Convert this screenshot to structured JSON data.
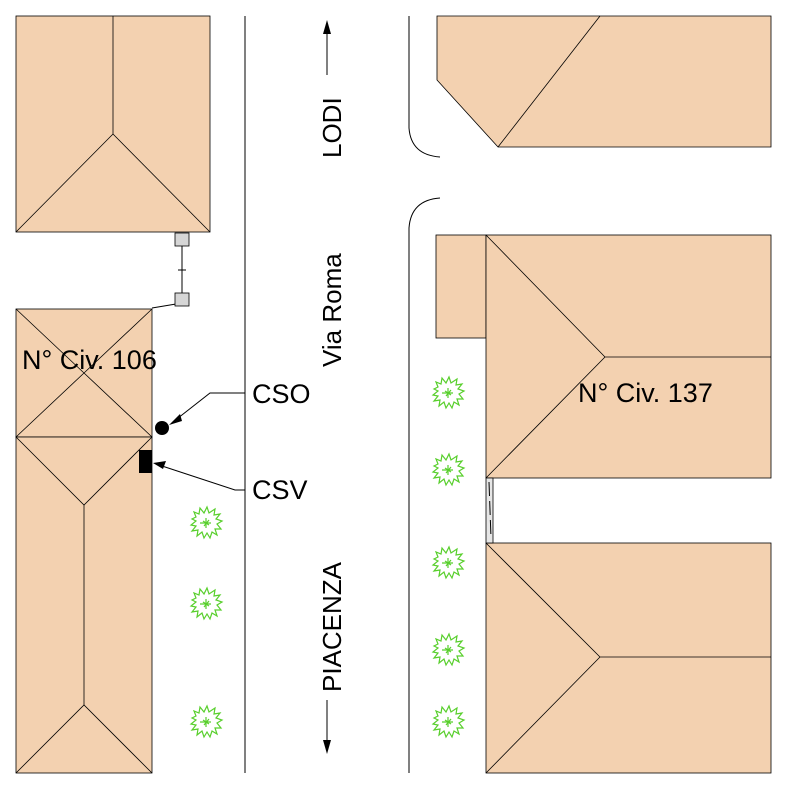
{
  "colors": {
    "building": "#f3d1b0",
    "tree": "#58cf2c",
    "line": "#000000",
    "background": "#ffffff"
  },
  "labels": {
    "civic_left": "N° Civ. 106",
    "civic_right": "N° Civ. 137",
    "cso": "CSO",
    "csv": "CSV"
  },
  "street": {
    "part1": "LODI",
    "part2": "Via Roma",
    "part3": "PIACENZA"
  },
  "icons": {
    "tree": "tree-icon",
    "arrow": "arrow-icon",
    "pole": "pole-icon"
  }
}
